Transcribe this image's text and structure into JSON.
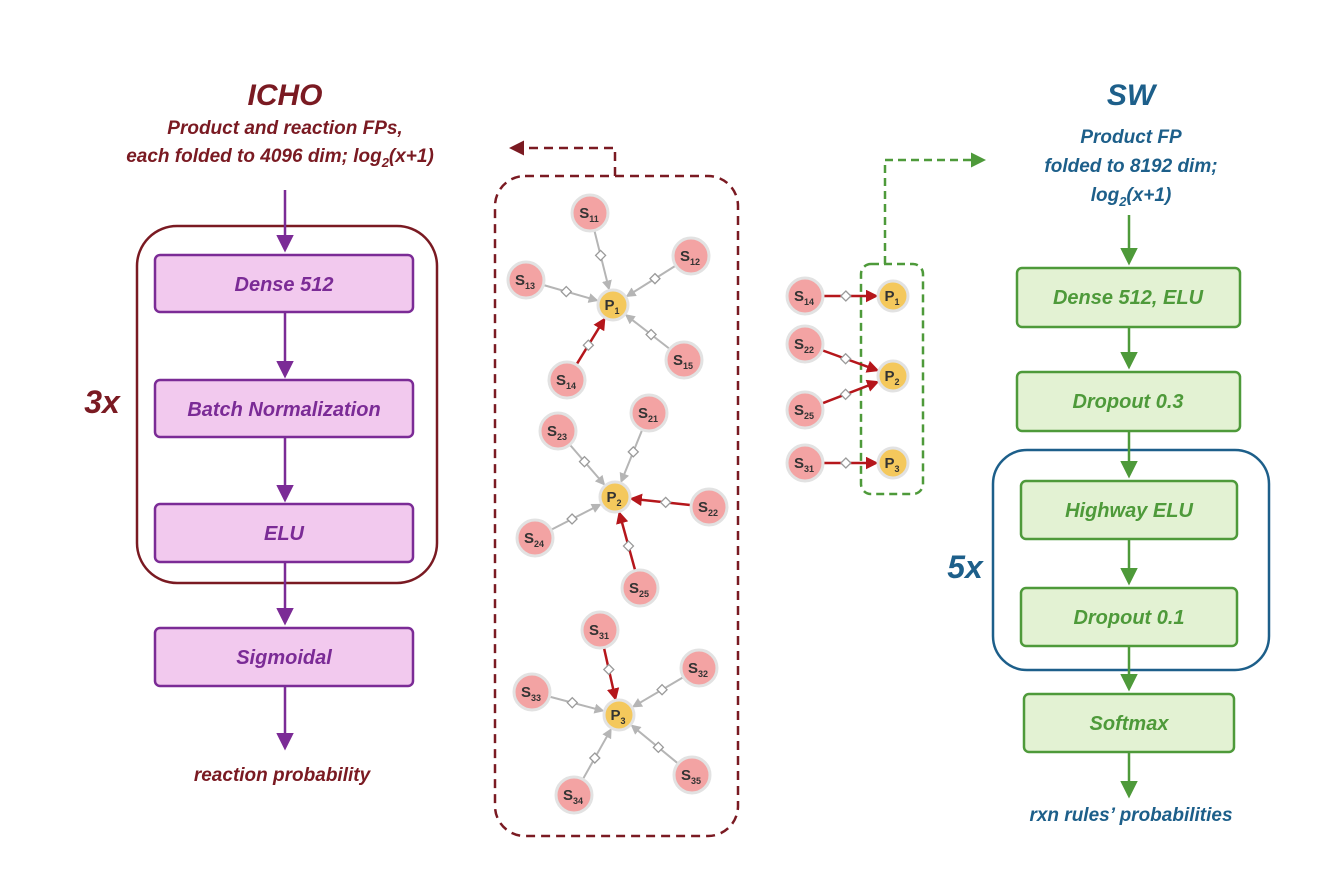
{
  "icho": {
    "title": "ICHO",
    "line1": "Product and reaction FPs,",
    "line2_prefix": "each folded to 4096 dim; log",
    "line2_sub": "2",
    "line2_suffix": "(x+1)",
    "repeat_label": "3x",
    "layers": [
      "Dense 512",
      "Batch Normalization",
      "ELU",
      "Sigmoidal"
    ],
    "output_label": "reaction probability"
  },
  "sw": {
    "title": "SW",
    "line1": "Product FP",
    "line2": "folded to 8192 dim;",
    "line3_prefix": "log",
    "line3_sub": "2",
    "line3_suffix": "(x+1)",
    "repeat_label": "5x",
    "layers": [
      "Dense 512, ELU",
      "Dropout 0.3",
      "Highway ELU",
      "Dropout 0.1",
      "Softmax"
    ],
    "output_label": "rxn rules’ probabilities"
  },
  "icho_graph": {
    "products": [
      {
        "base": "P",
        "sub": "1"
      },
      {
        "base": "P",
        "sub": "2"
      },
      {
        "base": "P",
        "sub": "3"
      }
    ],
    "substrates": [
      {
        "base": "S",
        "sub": "11",
        "product": 0,
        "red": false
      },
      {
        "base": "S",
        "sub": "12",
        "product": 0,
        "red": false
      },
      {
        "base": "S",
        "sub": "13",
        "product": 0,
        "red": false
      },
      {
        "base": "S",
        "sub": "14",
        "product": 0,
        "red": true
      },
      {
        "base": "S",
        "sub": "15",
        "product": 0,
        "red": false
      },
      {
        "base": "S",
        "sub": "21",
        "product": 1,
        "red": false
      },
      {
        "base": "S",
        "sub": "22",
        "product": 1,
        "red": true
      },
      {
        "base": "S",
        "sub": "23",
        "product": 1,
        "red": false
      },
      {
        "base": "S",
        "sub": "24",
        "product": 1,
        "red": false
      },
      {
        "base": "S",
        "sub": "25",
        "product": 1,
        "red": true
      },
      {
        "base": "S",
        "sub": "31",
        "product": 2,
        "red": true
      },
      {
        "base": "S",
        "sub": "32",
        "product": 2,
        "red": false
      },
      {
        "base": "S",
        "sub": "33",
        "product": 2,
        "red": false
      },
      {
        "base": "S",
        "sub": "34",
        "product": 2,
        "red": false
      },
      {
        "base": "S",
        "sub": "35",
        "product": 2,
        "red": false
      }
    ]
  },
  "sw_graph": {
    "products": [
      {
        "base": "P",
        "sub": "1"
      },
      {
        "base": "P",
        "sub": "2"
      },
      {
        "base": "P",
        "sub": "3"
      }
    ],
    "substrates": [
      {
        "base": "S",
        "sub": "14",
        "product": 0,
        "red": true
      },
      {
        "base": "S",
        "sub": "22",
        "product": 1,
        "red": true
      },
      {
        "base": "S",
        "sub": "25",
        "product": 1,
        "red": true
      },
      {
        "base": "S",
        "sub": "31",
        "product": 2,
        "red": true
      }
    ]
  },
  "colors": {
    "icho_dark": "#7a1a22",
    "icho_purple": "#7b2b96",
    "icho_box_fill": "#f2c9ee",
    "sw_blue": "#1d5f8a",
    "sw_green": "#4e9a3a",
    "sw_box_fill": "#e3f2d3",
    "product_node": "#f4c85c",
    "substrate_node": "#f3a3a3",
    "red_arrow": "#b5161b",
    "gray_arrow": "#b5b5b5"
  }
}
